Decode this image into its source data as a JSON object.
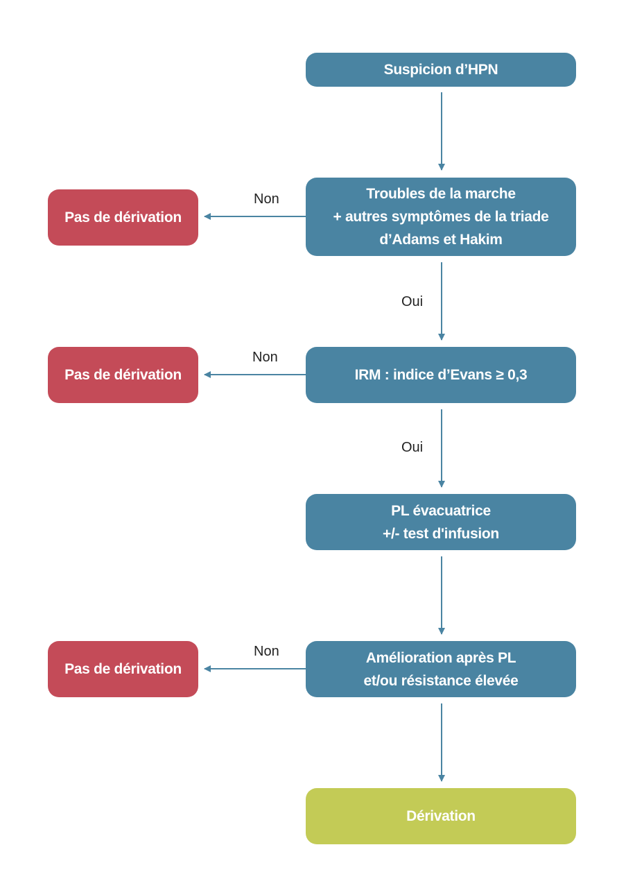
{
  "colors": {
    "step": "#4a84a2",
    "stop": "#c44b58",
    "final": "#c3cb56",
    "arrow": "#4a84a2"
  },
  "steps": {
    "suspicion": [
      "Suspicion d’HPN"
    ],
    "troubles": [
      "Troubles de la marche",
      "+ autres symptômes de la triade",
      "d’Adams et Hakim"
    ],
    "irm": [
      "IRM : indice d’Evans ≥ 0,3"
    ],
    "pl": [
      "PL évacuatrice",
      "+/- test d'infusion"
    ],
    "amelioration": [
      "Amélioration après PL",
      "et/ou résistance élevée"
    ],
    "derivation": [
      "Dérivation"
    ]
  },
  "outcomes": {
    "no_shunt_1": "Pas de dérivation",
    "no_shunt_2": "Pas de dérivation",
    "no_shunt_3": "Pas de dérivation"
  },
  "edge_labels": {
    "non_1": "Non",
    "oui_1": "Oui",
    "non_2": "Non",
    "oui_2": "Oui",
    "non_3": "Non"
  }
}
